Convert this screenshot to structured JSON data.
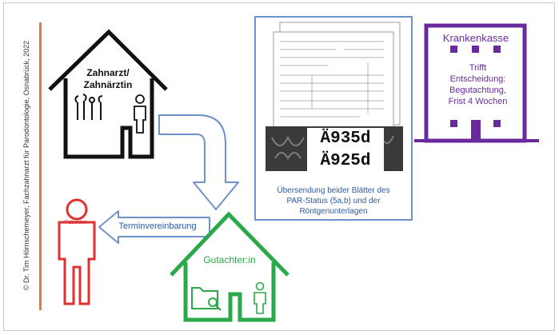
{
  "copyright": "© Dr. Tim Hörnschemeyer, Fachzahnarzt für Parodontologie, Osnabrück, 2022",
  "dentist": {
    "label_line1": "Zahnarzt/",
    "label_line2": "Zahnärztin"
  },
  "insurer": {
    "label": "Krankenkasse",
    "decision_line1": "Trifft",
    "decision_line2": "Entscheidung:",
    "decision_line3": "Begutachtung,",
    "decision_line4": "Frist 4 Wochen"
  },
  "documents": {
    "code1": "Ä935d",
    "code2": "Ä925d",
    "caption_line1": "Übersendung beider Blätter des",
    "caption_line2": "PAR-Status (5a,b) und der",
    "caption_line3": "Röntgenunterlagen"
  },
  "patient": {
    "label": "Patient:in"
  },
  "appointment": {
    "label": "Terminvereinbarung"
  },
  "reviewer": {
    "label": "Gutachter:in"
  },
  "colors": {
    "dentist": "#111111",
    "insurer": "#6a2a9e",
    "reviewer": "#2aa84a",
    "patient": "#e03030",
    "arrows": "#6f93c9",
    "accent_bar": "#e8773a"
  }
}
